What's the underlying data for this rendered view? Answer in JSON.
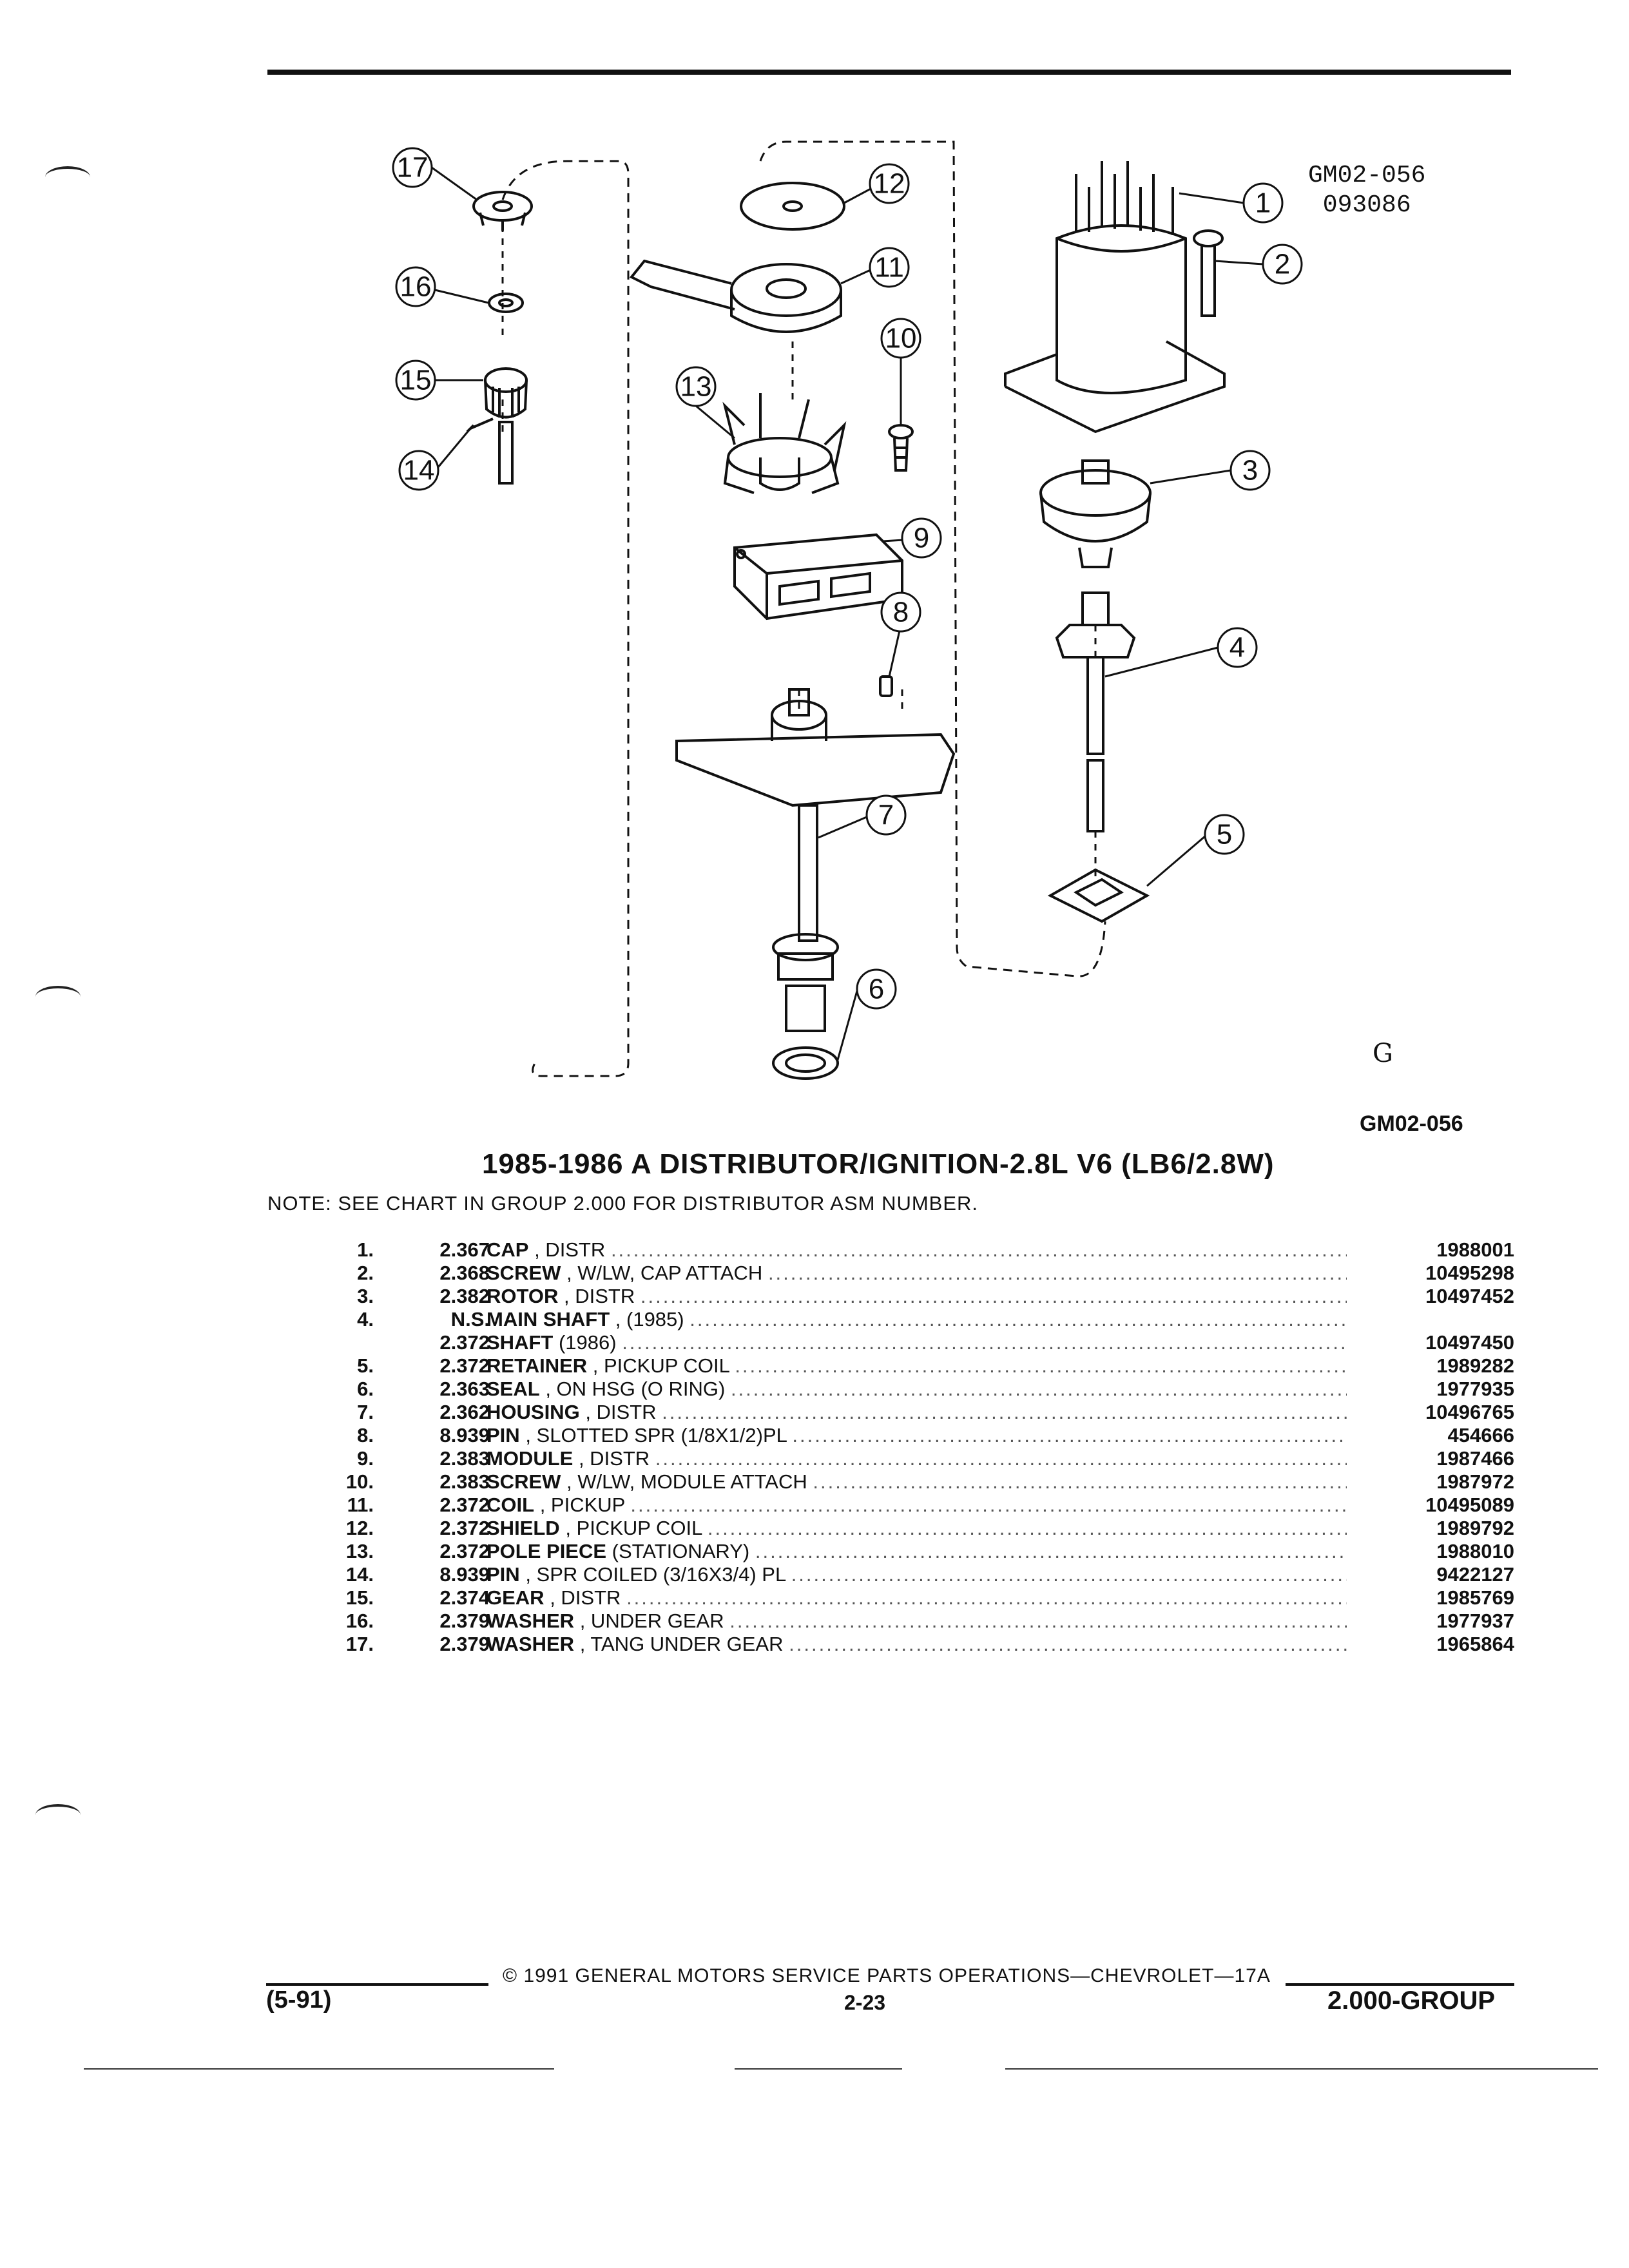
{
  "header": {
    "ref_code_line1": "GM02-056",
    "ref_code_line2": "093086"
  },
  "diagram": {
    "callouts": [
      "1",
      "2",
      "3",
      "4",
      "5",
      "6",
      "7",
      "8",
      "9",
      "10",
      "11",
      "12",
      "13",
      "14",
      "15",
      "16",
      "17"
    ],
    "logo": "G",
    "figure_code": "GM02-056"
  },
  "title": "1985-1986 A DISTRIBUTOR/IGNITION-2.8L V6 (LB6/2.8W)",
  "note": "NOTE:  SEE CHART IN GROUP 2.000 FOR DISTRIBUTOR ASM NUMBER.",
  "parts": [
    {
      "idx": "1.",
      "group": "2.367",
      "name": "CAP",
      "detail": ", DISTR",
      "part_no": "1988001"
    },
    {
      "idx": "2.",
      "group": "2.368",
      "name": "SCREW",
      "detail": ", W/LW, CAP ATTACH",
      "part_no": "10495298"
    },
    {
      "idx": "3.",
      "group": "2.382",
      "name": "ROTOR",
      "detail": ", DISTR",
      "part_no": "10497452"
    },
    {
      "idx": "4.",
      "group": "N.S.",
      "name": "MAIN SHAFT",
      "detail": ", (1985)",
      "part_no": ""
    },
    {
      "idx": "",
      "group": "2.372",
      "name": "SHAFT",
      "detail": "(1986)",
      "part_no": "10497450"
    },
    {
      "idx": "5.",
      "group": "2.372",
      "name": "RETAINER",
      "detail": ", PICKUP COIL",
      "part_no": "1989282"
    },
    {
      "idx": "6.",
      "group": "2.363",
      "name": "SEAL",
      "detail": ", ON HSG (O RING)",
      "part_no": "1977935"
    },
    {
      "idx": "7.",
      "group": "2.362",
      "name": "HOUSING",
      "detail": ", DISTR",
      "part_no": "10496765"
    },
    {
      "idx": "8.",
      "group": "8.939",
      "name": "PIN",
      "detail": ", SLOTTED SPR (1/8X1/2)PL",
      "part_no": "454666"
    },
    {
      "idx": "9.",
      "group": "2.383",
      "name": "MODULE",
      "detail": ", DISTR",
      "part_no": "1987466"
    },
    {
      "idx": "10.",
      "group": "2.383",
      "name": "SCREW",
      "detail": ", W/LW, MODULE ATTACH",
      "part_no": "1987972"
    },
    {
      "idx": "11.",
      "group": "2.372",
      "name": "COIL",
      "detail": ", PICKUP",
      "part_no": "10495089"
    },
    {
      "idx": "12.",
      "group": "2.372",
      "name": "SHIELD",
      "detail": ", PICKUP COIL",
      "part_no": "1989792"
    },
    {
      "idx": "13.",
      "group": "2.372",
      "name": "POLE PIECE",
      "detail": "(STATIONARY)",
      "part_no": "1988010"
    },
    {
      "idx": "14.",
      "group": "8.939",
      "name": "PIN",
      "detail": ", SPR COILED (3/16X3/4) PL",
      "part_no": "9422127"
    },
    {
      "idx": "15.",
      "group": "2.374",
      "name": "GEAR",
      "detail": ", DISTR",
      "part_no": "1985769"
    },
    {
      "idx": "16.",
      "group": "2.379",
      "name": "WASHER",
      "detail": ", UNDER GEAR",
      "part_no": "1977937"
    },
    {
      "idx": "17.",
      "group": "2.379",
      "name": "WASHER",
      "detail": ", TANG UNDER GEAR",
      "part_no": "1965864"
    }
  ],
  "footer": {
    "date": "(5-91)",
    "copyright": "© 1991 GENERAL MOTORS SERVICE PARTS OPERATIONS—CHEVROLET—17A",
    "page": "2-23",
    "group": "2.000-GROUP"
  }
}
